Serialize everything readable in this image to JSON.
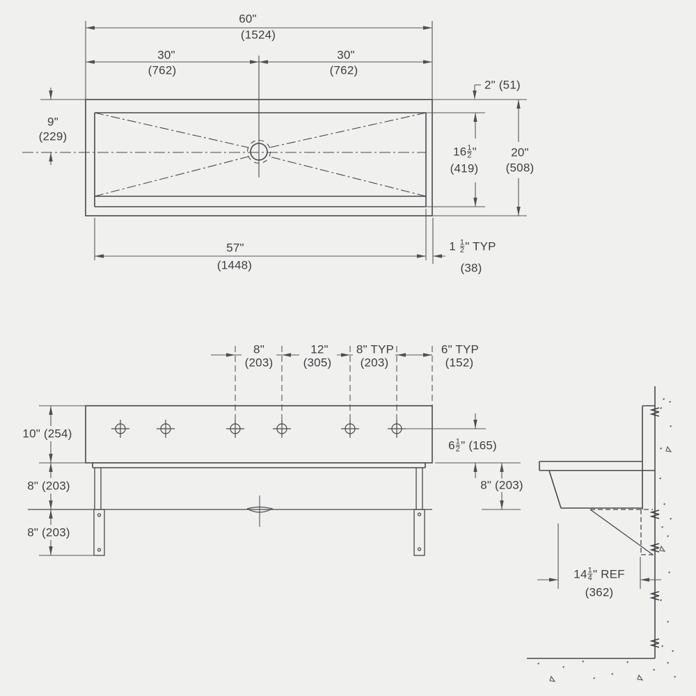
{
  "drawing": {
    "plan_view": {
      "dim_overall_width": {
        "value": "60\"",
        "metric": "(1524)"
      },
      "dim_half_left": {
        "value": "30\"",
        "metric": "(762)"
      },
      "dim_half_right": {
        "value": "30\"",
        "metric": "(762)"
      },
      "dim_rear_ledge": {
        "value": "2\" (51)"
      },
      "dim_back_offset": {
        "value": "9\"",
        "metric": "(229)"
      },
      "dim_basin_depth": {
        "whole": "16",
        "num": "1",
        "den": "2",
        "suffix": "\"",
        "metric": "(419)"
      },
      "dim_overall_depth": {
        "value": "20\"",
        "metric": "(508)"
      },
      "dim_basin_width": {
        "value": "57\"",
        "metric": "(1448)"
      },
      "dim_rim": {
        "whole": "1",
        "num": "1",
        "den": "2",
        "suffix": "\" TYP",
        "metric": "(38)"
      }
    },
    "front_view": {
      "dim_hole_spacing_a": {
        "value": "8\"",
        "metric": "(203)"
      },
      "dim_hole_spacing_b": {
        "value": "12\"",
        "metric": "(305)"
      },
      "dim_hole_spacing_c": {
        "value": "8\" TYP",
        "metric": "(203)"
      },
      "dim_hole_spacing_d": {
        "value": "6\" TYP",
        "metric": "(152)"
      },
      "dim_height_top": {
        "value": "10\" (254)"
      },
      "dim_height_mid": {
        "value": "8\" (203)"
      },
      "dim_height_bottom": {
        "value": "8\" (203)"
      },
      "dim_hole_height": {
        "whole": "6",
        "num": "1",
        "den": "2",
        "suffix": "\" (165)"
      }
    },
    "side_view": {
      "dim_below_rim": {
        "value": "8\" (203)"
      },
      "dim_bracket": {
        "whole": "14",
        "num": "1",
        "den": "4",
        "suffix": "\" REF",
        "metric": "(362)"
      }
    }
  }
}
